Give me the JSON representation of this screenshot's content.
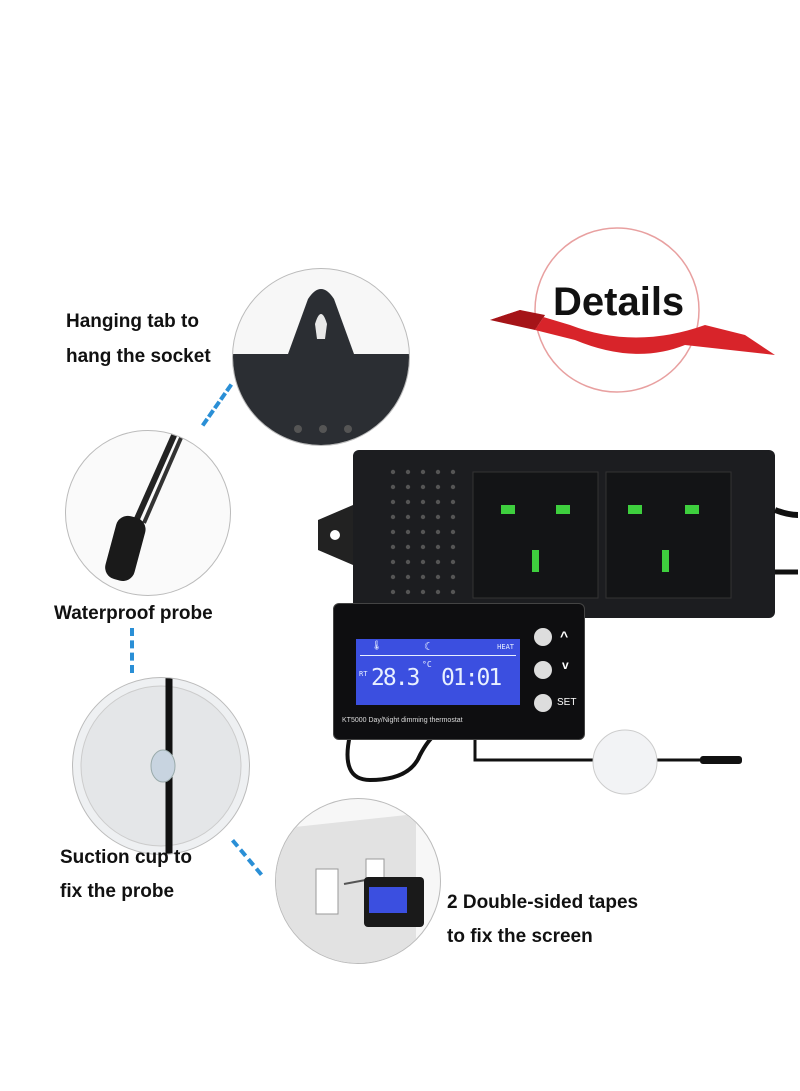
{
  "badge": {
    "text": "Details",
    "ribbon_color": "#d8242a"
  },
  "labels": {
    "hanging_line1": "Hanging tab to",
    "hanging_line2": "hang the socket",
    "probe": "Waterproof probe",
    "suction_line1": "Suction cup to",
    "suction_line2": "fix the probe",
    "tapes_line1": "2 Double-sided tapes",
    "tapes_line2": "to fix the screen"
  },
  "thermostat": {
    "model_text": "KT5000 Day/Night dimming thermostat",
    "mode": "HEAT",
    "rt_label": "RT",
    "temperature": "28.3",
    "unit": "°C",
    "time": "01:01",
    "buttons": {
      "up": "^",
      "down": "v",
      "set": "SET"
    },
    "lcd_color": "#3b4fe0"
  }
}
